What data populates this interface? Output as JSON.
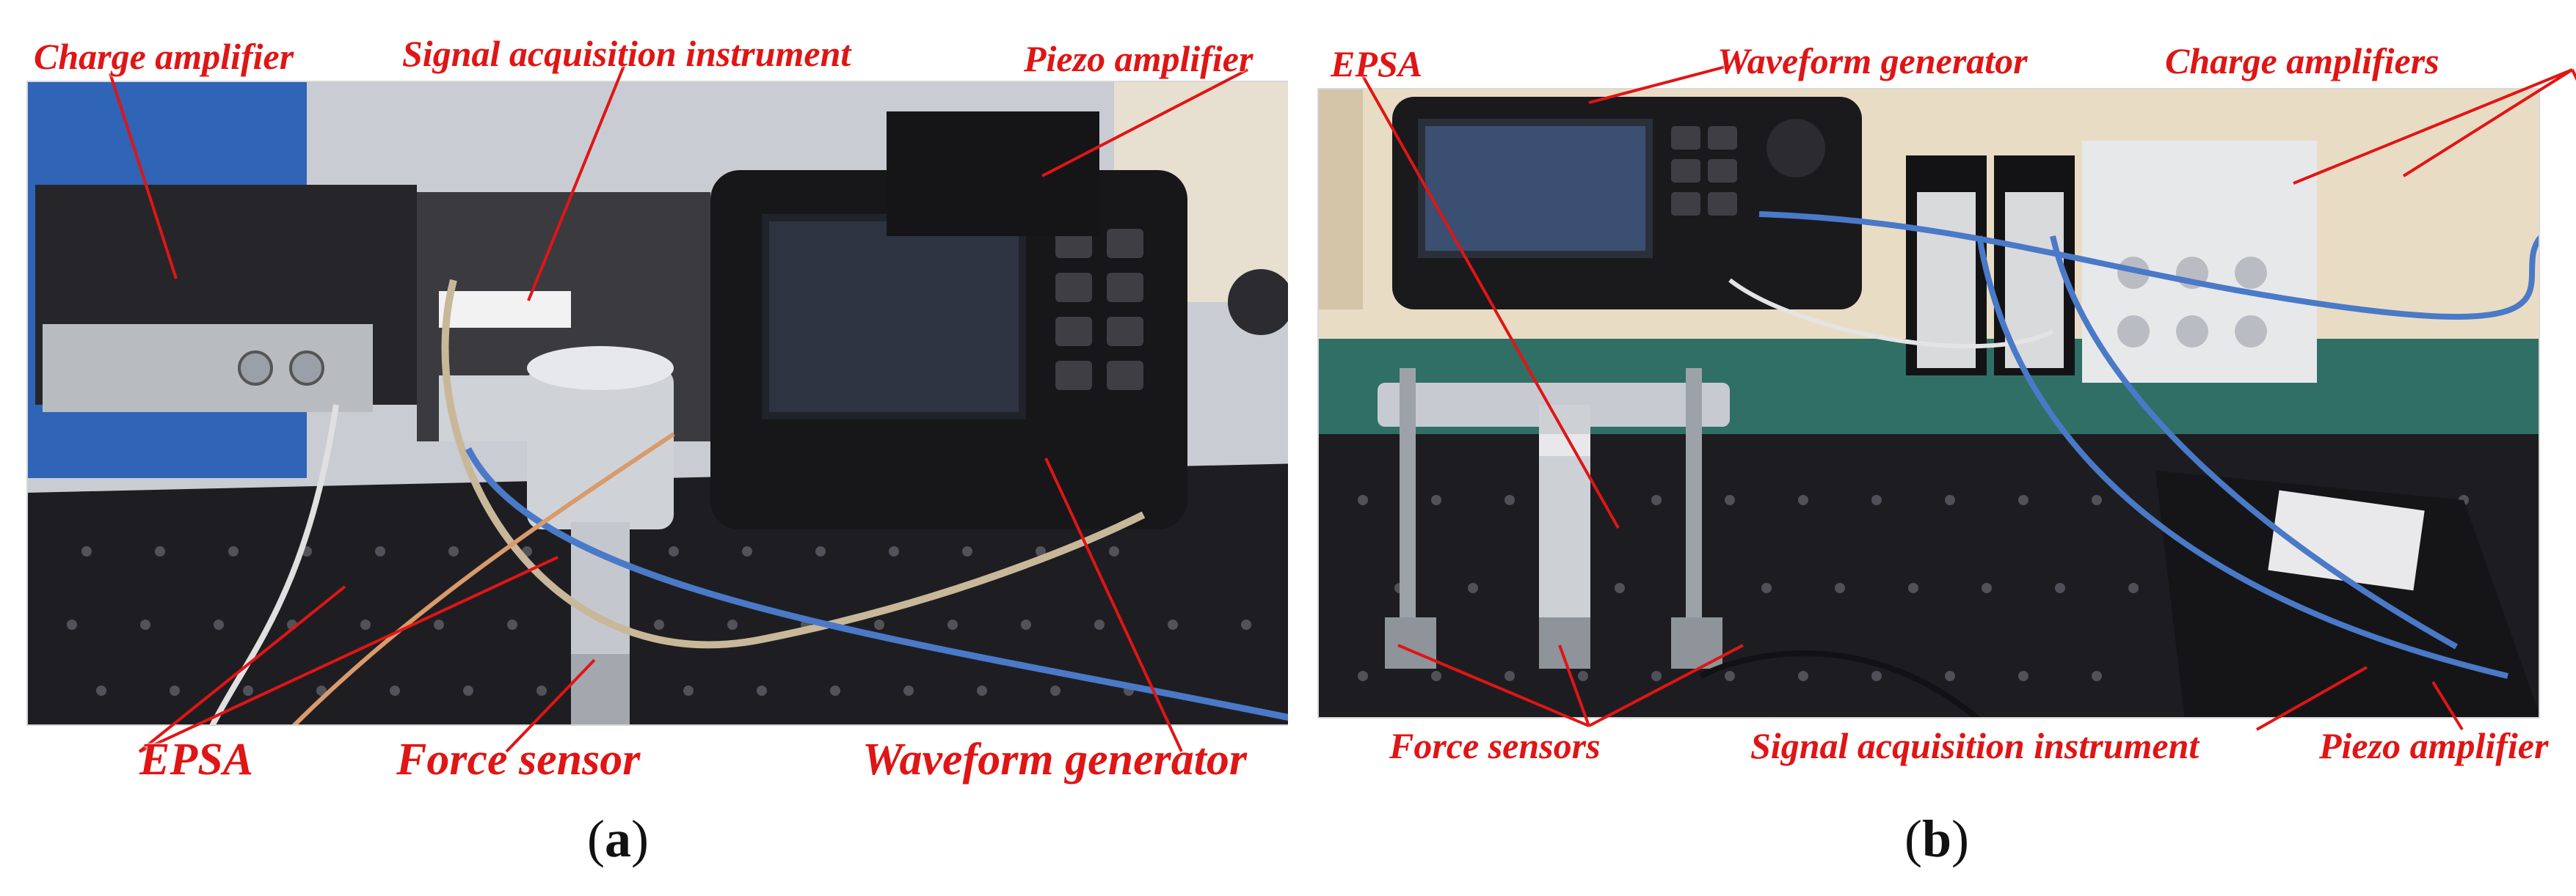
{
  "panels": [
    {
      "label": "(a)",
      "callouts": {
        "charge_amplifier": "Charge amplifier",
        "signal_acquisition_instrument": "Signal acquisition instrument",
        "piezo_amplifier": "Piezo amplifier",
        "epsa": "EPSA",
        "force_sensor": "Force sensor",
        "waveform_generator": "Waveform generator"
      }
    },
    {
      "label": "(b)",
      "callouts": {
        "epsa": "EPSA",
        "waveform_generator": "Waveform generator",
        "charge_amplifiers": "Charge amplifiers",
        "force_sensors": "Force sensors",
        "signal_acquisition_instrument": "Signal acquisition instrument",
        "piezo_amplifier": "Piezo amplifier"
      }
    }
  ],
  "colors": {
    "callout_text": "#e01515",
    "callout_lines": "#e01515",
    "table": "#1e1e22",
    "panel_label": "#111111"
  },
  "panel_label_parts": [
    {
      "open": "(",
      "letter": "a",
      "close": ")"
    },
    {
      "open": "(",
      "letter": "b",
      "close": ")"
    }
  ]
}
